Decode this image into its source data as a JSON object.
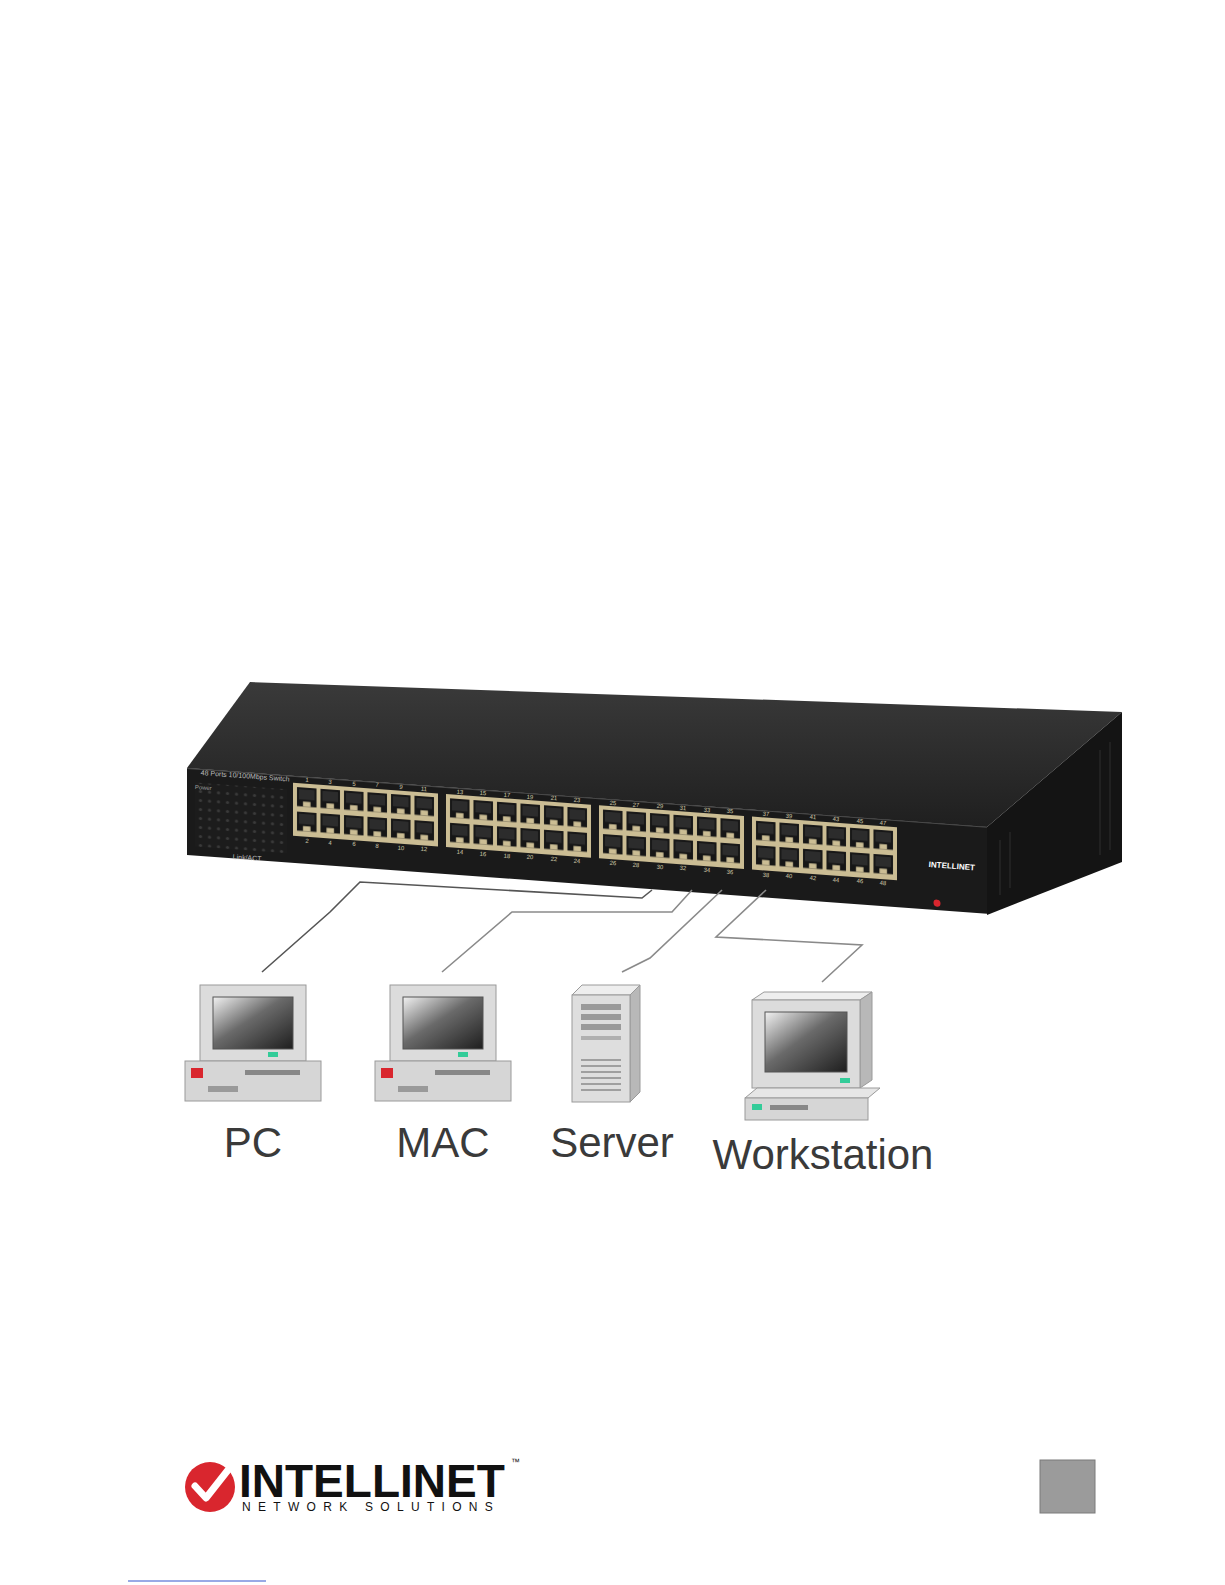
{
  "diagram": {
    "nodes": [
      {
        "text": [
          "48 Ports 10/100Mbps Switch",
          "Power",
          "Link/ACT",
          "INTELLINET"
        ]
      },
      {
        "text": [
          "PC"
        ]
      },
      {
        "text": [
          "MAC"
        ]
      },
      {
        "text": [
          "Server"
        ]
      },
      {
        "text": [
          "Workstation"
        ]
      }
    ],
    "edges": [
      {
        "from": 0,
        "to": 1,
        "arrow": "none"
      },
      {
        "from": 0,
        "to": 2,
        "arrow": "none"
      },
      {
        "from": 0,
        "to": 3,
        "arrow": "none"
      },
      {
        "from": 0,
        "to": 4,
        "arrow": "none"
      }
    ],
    "labels": [
      "1",
      "2",
      "3",
      "4",
      "5",
      "6",
      "7",
      "8",
      "9",
      "10",
      "11",
      "12",
      "13",
      "14",
      "15",
      "16",
      "17",
      "18",
      "19",
      "20",
      "21",
      "22",
      "23",
      "24",
      "25",
      "26",
      "27",
      "28",
      "29",
      "30",
      "31",
      "32",
      "33",
      "34",
      "35",
      "36",
      "37",
      "38",
      "39",
      "40",
      "41",
      "42",
      "43",
      "44",
      "45",
      "46",
      "47",
      "48",
      "INTELLINET",
      "™",
      "NETWORK SOLUTIONS"
    ]
  }
}
